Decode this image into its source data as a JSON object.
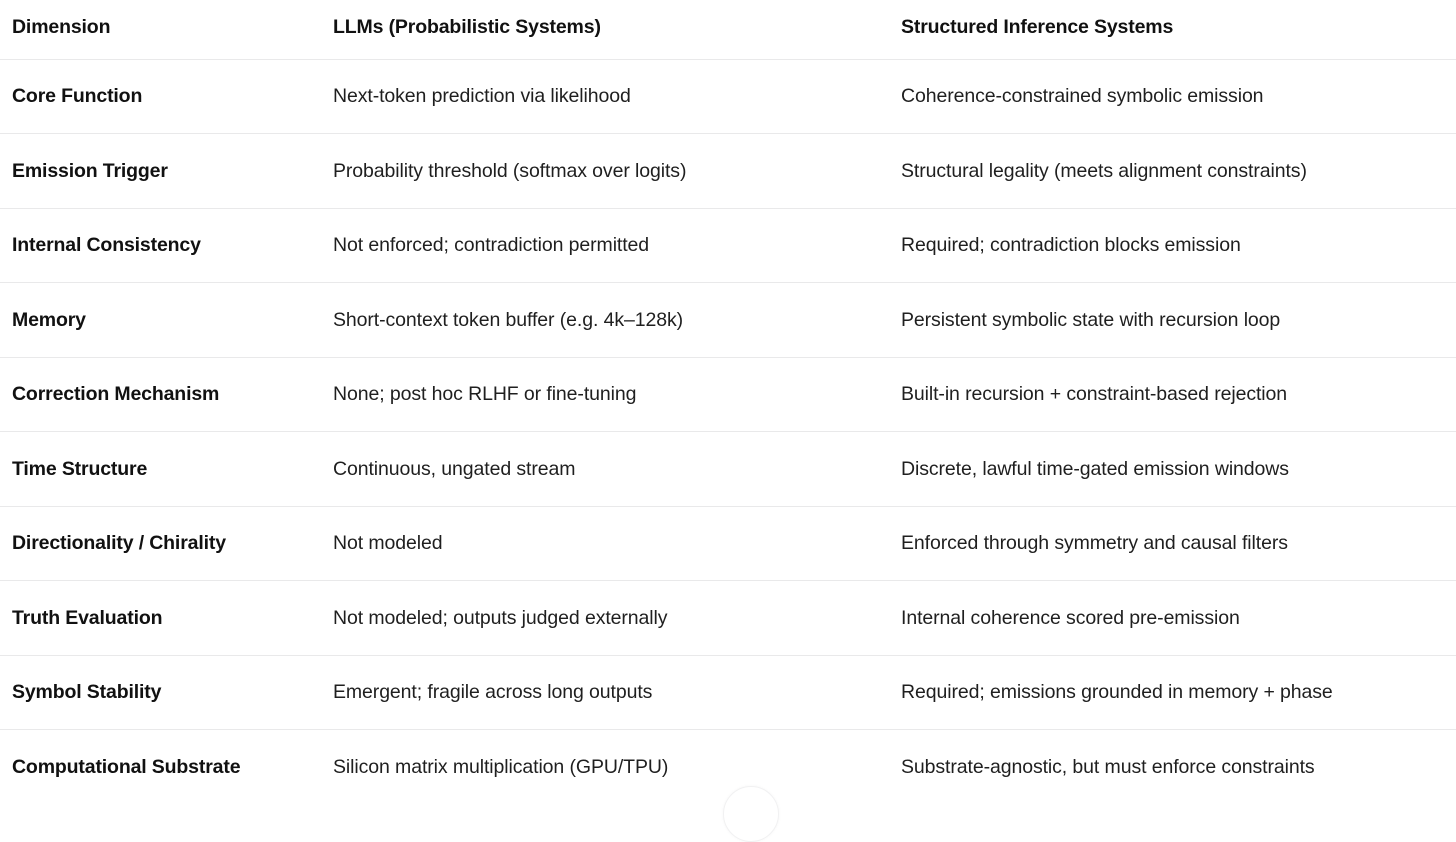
{
  "table": {
    "headers": [
      "Dimension",
      "LLMs (Probabilistic Systems)",
      "Structured Inference Systems"
    ],
    "rows": [
      {
        "dimension": "Core Function",
        "llm": "Next-token prediction via likelihood",
        "sis": "Coherence-constrained symbolic emission"
      },
      {
        "dimension": "Emission Trigger",
        "llm": "Probability threshold (softmax over logits)",
        "sis": "Structural legality (meets alignment constraints)"
      },
      {
        "dimension": "Internal Consistency",
        "llm": "Not enforced; contradiction permitted",
        "sis": "Required; contradiction blocks emission"
      },
      {
        "dimension": "Memory",
        "llm": "Short-context token buffer (e.g. 4k–128k)",
        "sis": "Persistent symbolic state with recursion loop"
      },
      {
        "dimension": "Correction Mechanism",
        "llm": "None; post hoc RLHF or fine-tuning",
        "sis": "Built-in recursion + constraint-based rejection"
      },
      {
        "dimension": "Time Structure",
        "llm": "Continuous, ungated stream",
        "sis": "Discrete, lawful time-gated emission windows"
      },
      {
        "dimension": "Directionality / Chirality",
        "llm": "Not modeled",
        "sis": "Enforced through symmetry and causal filters"
      },
      {
        "dimension": "Truth Evaluation",
        "llm": "Not modeled; outputs judged externally",
        "sis": "Internal coherence scored pre-emission"
      },
      {
        "dimension": "Symbol Stability",
        "llm": "Emergent; fragile across long outputs",
        "sis": "Required; emissions grounded in memory + phase"
      },
      {
        "dimension": "Computational Substrate",
        "llm": "Silicon matrix multiplication (GPU/TPU)",
        "sis": "Substrate-agnostic, but must enforce constraints"
      }
    ]
  },
  "colors": {
    "text": "#1f1f1f",
    "heading": "#111111",
    "divider": "#e9e9ea",
    "background": "#ffffff"
  }
}
